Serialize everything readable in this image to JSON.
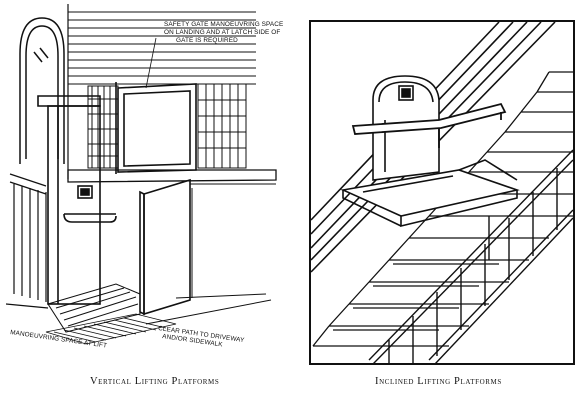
{
  "left_figure": {
    "callouts": {
      "safety_gate_line1": "SAFETY GATE  MANOEUVRING SPACE",
      "safety_gate_line2": "ON LANDING AND AT LATCH SIDE OF",
      "safety_gate_line3": "GATE IS REQUIRED",
      "manoeuvring_space": "MANOEUVRING SPACE AT LIFT",
      "clear_path_line1": "CLEAR PATH TO DRIVEWAY",
      "clear_path_line2": "AND/OR SIDEWALK"
    },
    "caption": "Vertical Lifting Platforms"
  },
  "right_figure": {
    "caption": "Inclined Lifting Platforms"
  }
}
